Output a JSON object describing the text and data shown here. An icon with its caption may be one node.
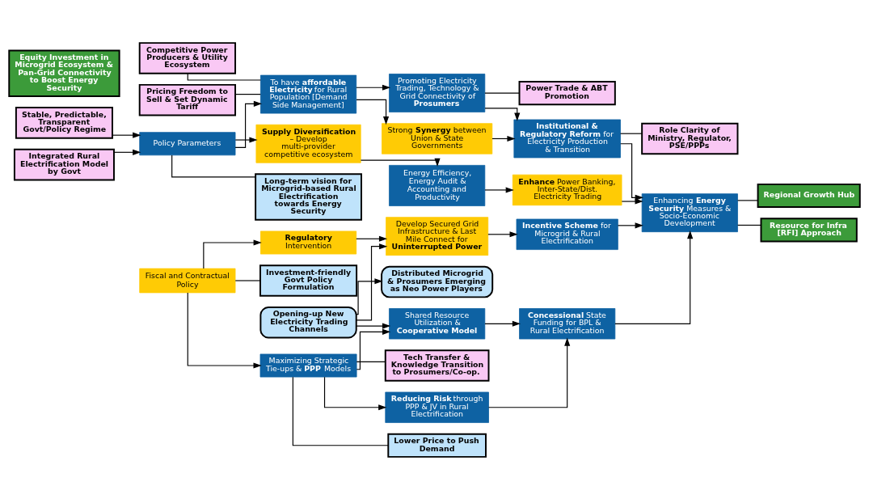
{
  "diagram": {
    "nodes": [
      {
        "text": [
          "Stable, Predictable, Transparent Govt/Policy Regime"
        ]
      },
      {
        "text": [
          "Competitive Power Producers & Utility Ecosystem"
        ]
      },
      {
        "text": [
          "Integrated Rural Electrification Model by Govt"
        ]
      },
      {
        "text": [
          "Pricing Freedom to Sell & Set Dynamic Tariff"
        ]
      },
      {
        "text": [
          "Promoting Electricity Trading, Technology & Grid Connectivity of **Prosumers**"
        ]
      },
      {
        "text": [
          "Power Trade & ABT Promotion"
        ]
      },
      {
        "text": [
          "Role Clarity of Ministry, Regulator, PSE/PPPs"
        ]
      },
      {
        "text": [
          "To have **affordable Electricity** for Rural Population [Demand Side Management]"
        ]
      },
      {
        "text": [
          "Strong **Synergy** between Union & State Governments"
        ]
      },
      {
        "text": [
          "**Institutional & Regulatory Reform** for Electricity Production & Transition"
        ]
      },
      {
        "text": [
          "Regional Growth Hub"
        ]
      },
      {
        "text": [
          "Policy Parameters"
        ]
      },
      {
        "text": [
          "**Supply Diversification** – Develop multi-provider competitive ecosystem"
        ]
      },
      {
        "text": [
          "Energy Efficiency, Energy Audit & Accounting and Productivity"
        ]
      },
      {
        "text": [
          "**Enhance** Power Banking, Inter-State/Dist. Electricity Trading"
        ]
      },
      {
        "text": [
          "Enhancing **Energy Security** Measures & Socio-Economic Development"
        ]
      },
      {
        "text": [
          "Fiscal and Contractual Policy"
        ]
      },
      {
        "text": [
          "**Regulatory** Intervention"
        ]
      },
      {
        "text": [
          "Develop Secured Grid Infrastructure & Last Mile Connect for **Uninterrupted Power**"
        ]
      },
      {
        "text": [
          "**Incentive Scheme** for Microgrid & Rural Electrification"
        ]
      },
      {
        "text": [
          "Resource for Infra [RFI] Approach"
        ]
      },
      {
        "text": [
          "Long-term vision for Microgrid-based Rural Electrification towards Energy Security"
        ]
      },
      {
        "text": [
          "Investment-friendly Govt Policy Formulation"
        ]
      },
      {
        "text": [
          "Maximizing Strategic Tie-ups & **PPP** Models"
        ]
      },
      {
        "text": [
          "Shared Resource Utilization & **Cooperative Model**"
        ]
      },
      {
        "text": [
          "**Concessional** State Funding for BPL & Rural Electrification"
        ]
      },
      {
        "text": [
          "Equity Investment in Microgrid Ecosystem & Pan-Grid Connectivity to Boost Energy Security"
        ]
      },
      {
        "text": [
          "Tech Transfer & Knowledge Transition to Prosumers/Co-op."
        ]
      },
      {
        "text": [
          "**Reducing Risk** through PPP & JV in Rural Electrification"
        ]
      },
      {
        "text": [
          "Lower Price to Push Demand"
        ]
      },
      {
        "text": [
          "Opening-up New Electricity Trading Channels"
        ]
      },
      {
        "text": [
          "Distributed Microgrid & Prosumers Emerging as Neo Power Players"
        ]
      }
    ],
    "edges": [
      {
        "from": 0,
        "to": 11,
        "arrow": "to"
      },
      {
        "from": 2,
        "to": 11,
        "arrow": "to"
      },
      {
        "from": 11,
        "to": 21,
        "arrow": "none"
      },
      {
        "from": 1,
        "to": 7,
        "arrow": "none"
      },
      {
        "from": 3,
        "to": 7,
        "arrow": "none"
      },
      {
        "from": 16,
        "to": 22,
        "arrow": "none"
      },
      {
        "from": 11,
        "to": 7,
        "arrow": "to"
      },
      {
        "from": 11,
        "to": 12,
        "arrow": "to"
      },
      {
        "from": 16,
        "to": 17,
        "arrow": "to"
      },
      {
        "from": 16,
        "to": 23,
        "arrow": "to"
      },
      {
        "from": 23,
        "to": 29,
        "arrow": "none"
      },
      {
        "from": 23,
        "to": 27,
        "arrow": "none"
      },
      {
        "from": 7,
        "to": 4,
        "arrow": "to"
      },
      {
        "from": 7,
        "to": 8,
        "arrow": "to"
      },
      {
        "from": 12,
        "to": 13,
        "arrow": "to"
      },
      {
        "from": 17,
        "to": 18,
        "arrow": "to"
      },
      {
        "from": 23,
        "to": 24,
        "arrow": "to"
      },
      {
        "from": 23,
        "to": 28,
        "arrow": "to"
      },
      {
        "from": 4,
        "to": 5,
        "arrow": "none"
      },
      {
        "from": 4,
        "to": 9,
        "arrow": "to"
      },
      {
        "from": 8,
        "to": 9,
        "arrow": "to"
      },
      {
        "from": 13,
        "to": 14,
        "arrow": "to"
      },
      {
        "from": 18,
        "to": 19,
        "arrow": "to"
      },
      {
        "from": 24,
        "to": 25,
        "arrow": "to"
      },
      {
        "from": 28,
        "to": 25,
        "arrow": "to"
      },
      {
        "from": 30,
        "to": 18,
        "arrow": "to"
      },
      {
        "from": 30,
        "to": 24,
        "arrow": "to"
      },
      {
        "from": 30,
        "to": 31,
        "arrow": "to"
      },
      {
        "from": 9,
        "to": 6,
        "arrow": "none"
      },
      {
        "from": 9,
        "to": 15,
        "arrow": "to"
      },
      {
        "from": 14,
        "to": 15,
        "arrow": "to"
      },
      {
        "from": 19,
        "to": 15,
        "arrow": "to"
      },
      {
        "from": 25,
        "to": 15,
        "arrow": "to"
      },
      {
        "from": 15,
        "to": 10,
        "arrow": "none"
      },
      {
        "from": 15,
        "to": 20,
        "arrow": "none"
      }
    ]
  }
}
